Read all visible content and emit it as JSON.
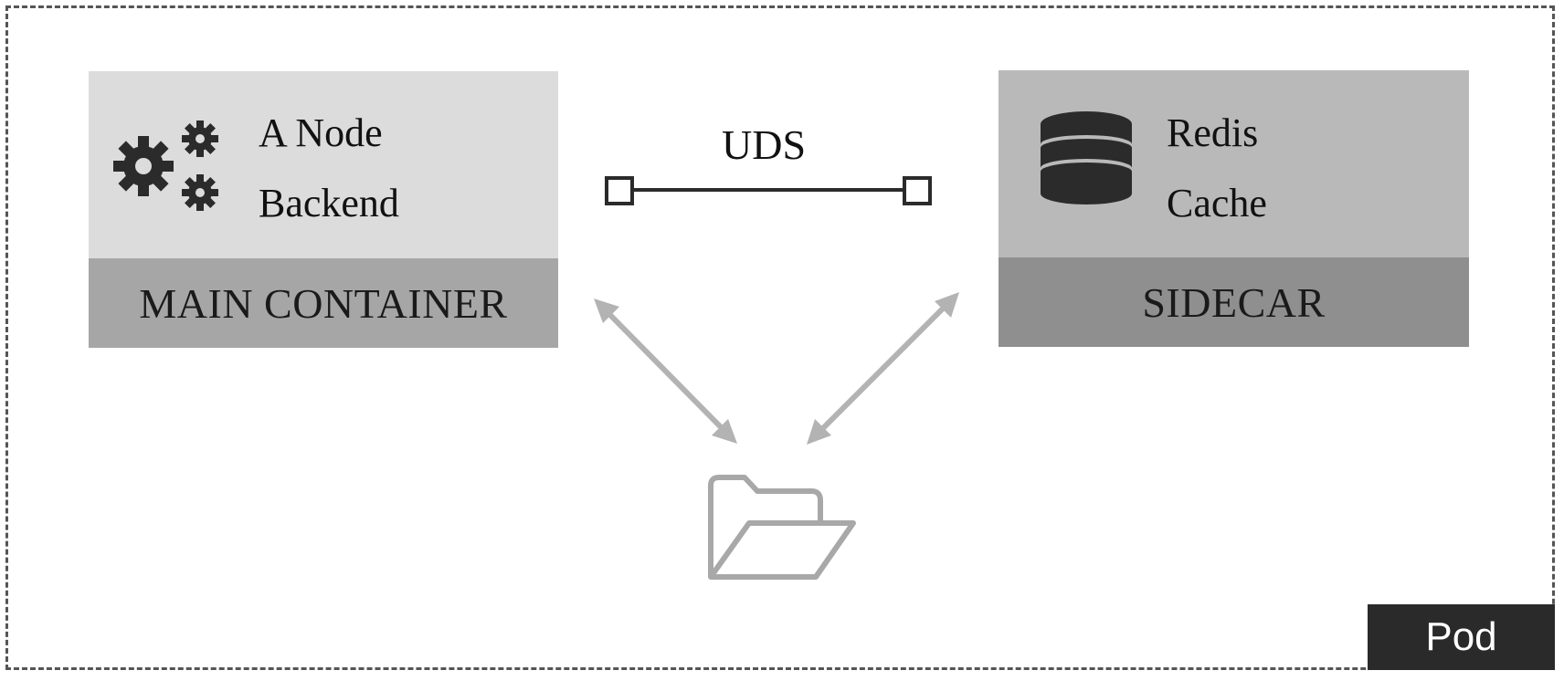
{
  "main_container": {
    "line1": "A Node",
    "line2": "Backend",
    "label": "MAIN CONTAINER",
    "icon": "gears-icon"
  },
  "sidecar": {
    "line1": "Redis",
    "line2": "Cache",
    "label": "SIDECAR",
    "icon": "database-icon"
  },
  "connection": {
    "label": "UDS"
  },
  "shared_volume": {
    "icon": "open-folder-icon"
  },
  "pod": {
    "label": "Pod"
  },
  "colors": {
    "main_top": "#dcdcdc",
    "main_bottom": "#a6a6a6",
    "sidecar_top": "#b9b9b9",
    "sidecar_bottom": "#8f8f8f",
    "arrow": "#b3b3b3",
    "pod_badge": "#2a2a2a"
  }
}
